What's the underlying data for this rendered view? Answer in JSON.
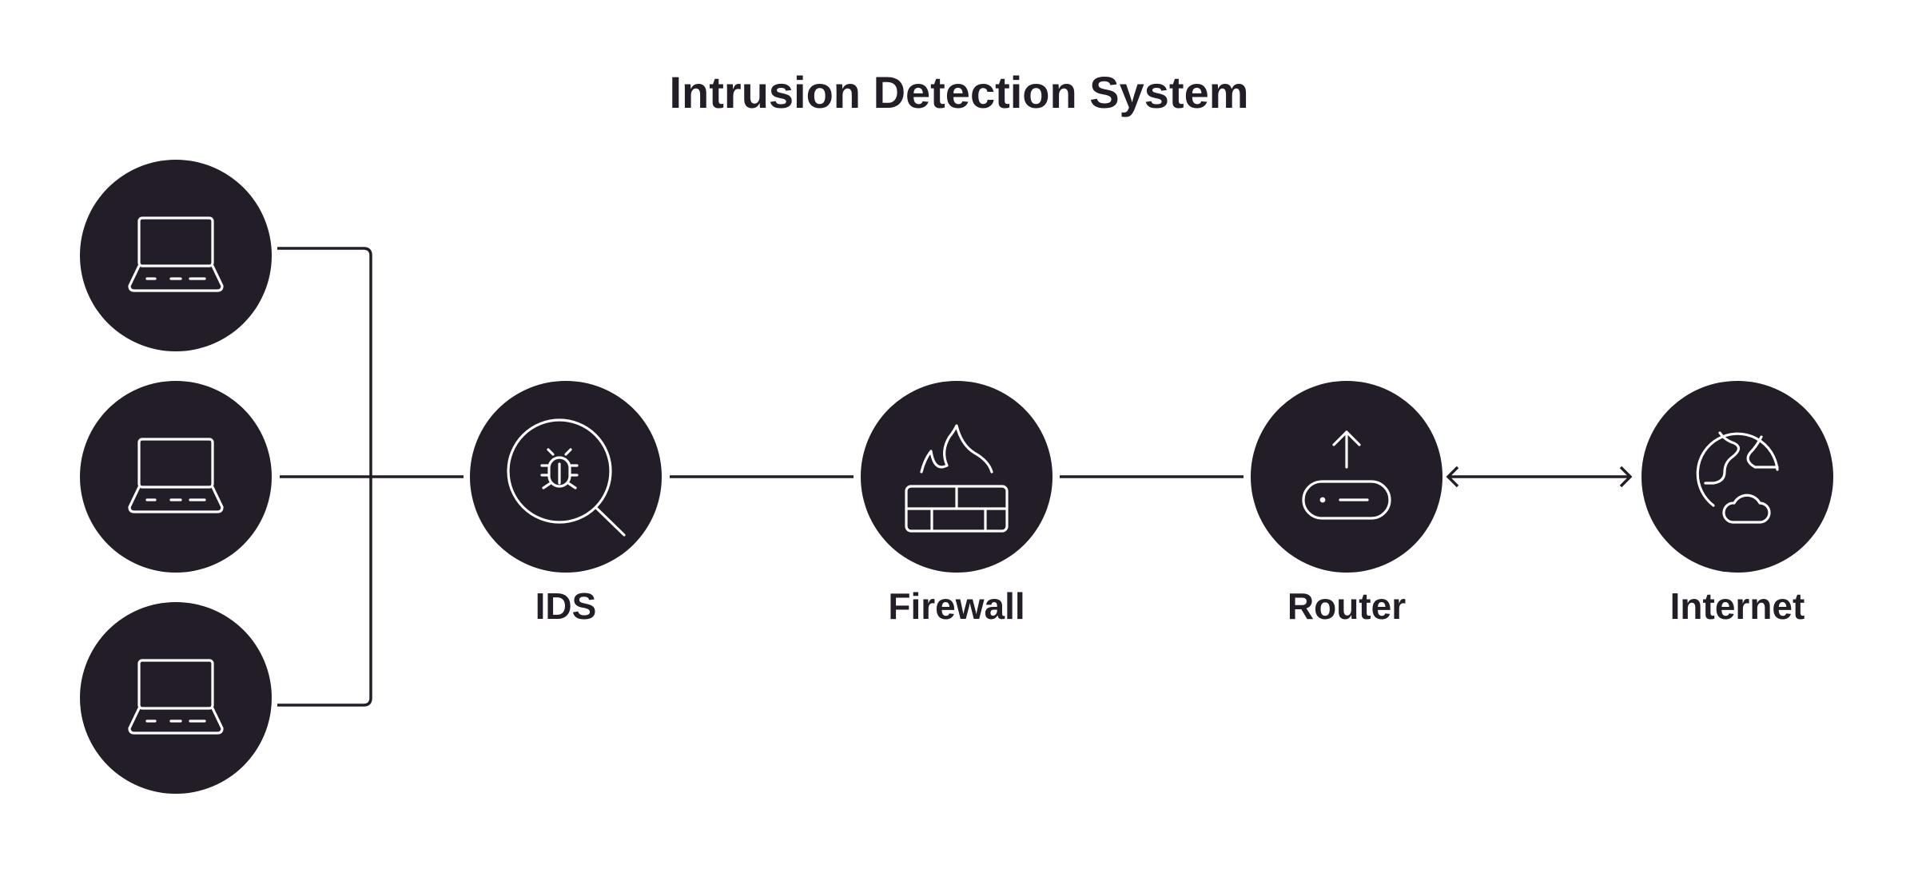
{
  "title": "Intrusion Detection System",
  "colors": {
    "node": "#231d27",
    "icon": "#ffffff",
    "line": "#231d27",
    "background": "#ffffff"
  },
  "nodes": [
    {
      "id": "laptop-1",
      "icon": "laptop-icon"
    },
    {
      "id": "laptop-2",
      "icon": "laptop-icon"
    },
    {
      "id": "laptop-3",
      "icon": "laptop-icon"
    },
    {
      "id": "ids",
      "icon": "bug-magnifier-icon",
      "label": "IDS"
    },
    {
      "id": "firewall",
      "icon": "firewall-icon",
      "label": "Firewall"
    },
    {
      "id": "router",
      "icon": "router-icon",
      "label": "Router"
    },
    {
      "id": "internet",
      "icon": "globe-cloud-icon",
      "label": "Internet"
    }
  ],
  "connections": [
    {
      "from": "laptop-1",
      "to": "ids",
      "arrow": "none"
    },
    {
      "from": "laptop-2",
      "to": "ids",
      "arrow": "none"
    },
    {
      "from": "laptop-3",
      "to": "ids",
      "arrow": "none"
    },
    {
      "from": "ids",
      "to": "firewall",
      "arrow": "none"
    },
    {
      "from": "firewall",
      "to": "router",
      "arrow": "none"
    },
    {
      "from": "router",
      "to": "internet",
      "arrow": "both"
    }
  ]
}
